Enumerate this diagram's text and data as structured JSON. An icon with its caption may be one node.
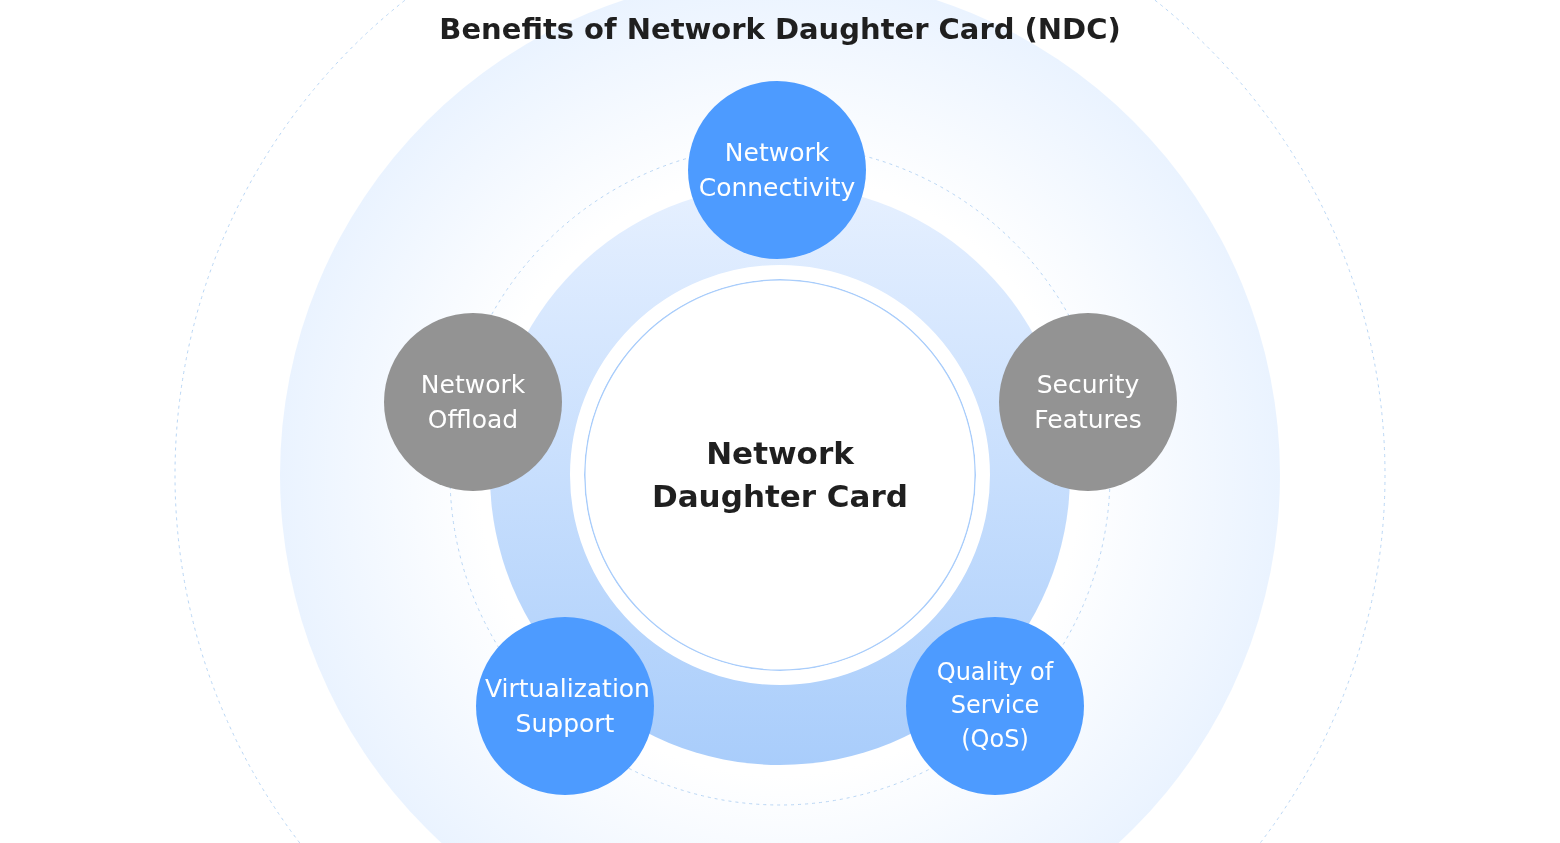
{
  "diagram": {
    "title": "Benefits of Network Daughter Card (NDC)",
    "nodes": [
      {
        "text": [
          "Network Daughter Card"
        ]
      },
      {
        "text": [
          "Network Connectivity"
        ]
      },
      {
        "text": [
          "Network Offload"
        ]
      },
      {
        "text": [
          "Security Features"
        ]
      },
      {
        "text": [
          "Virtualization Support"
        ]
      },
      {
        "text": [
          "Quality of Service (QoS)"
        ]
      }
    ]
  }
}
